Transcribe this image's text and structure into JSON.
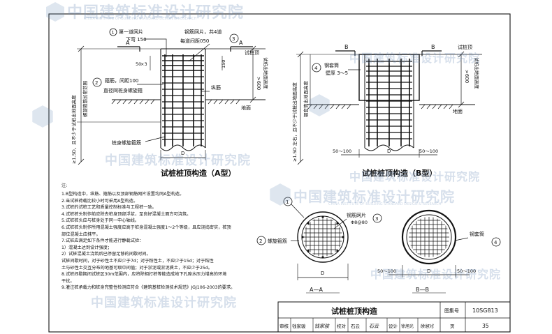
{
  "watermark": {
    "cn": "中国建筑标准设计研究院",
    "en": "CHINA INSTITUTE OF BUILDING STANDARD DESIGN & RESEARCH"
  },
  "diagram_a": {
    "title": "试桩桩顶构造（A型）",
    "label_a1": "A",
    "label_a2": "A",
    "note1_l1": "第一道网片",
    "note1_l2": "下弯 150",
    "note3_l1": "钢筋网片，共4道",
    "note3_l2": "每道间距050",
    "note2_l1": "箍筋，间距100",
    "note2_l2": "直径同桩身螺旋箍",
    "longbar": "纵筋",
    "spiral": "桩身螺旋箍筋",
    "dim_50": "50",
    "dim_x3": "×3",
    "dim_150": "150",
    "dim_600": ">600",
    "left_vert_1": "≥1.5D，且不少于试桩出地面高度",
    "left_vert_2": "螺旋箍筋加密范围",
    "right_vert": "试桩出地面高度",
    "pile_top": "试桩顶",
    "ground": "地面",
    "dim_d": "D",
    "circle1": "1",
    "circle2": "2",
    "circle3": "3"
  },
  "diagram_b": {
    "title": "试桩桩顶构造（B型）",
    "label_b1": "B",
    "label_b2": "B",
    "note4_l1": "钢套筒",
    "note4_l2": "壁厚 3～5",
    "left_vert_1": "≥1.5D 左右，且不少于试桩出地面高度",
    "left_vert_2": "钢套筒出地面高度",
    "right_vert": "试桩出地面高度",
    "dim_600": ">600",
    "pile_top": "试桩顶",
    "ground": "地面",
    "dim_left": "50～100",
    "dim_d": "D",
    "dim_right": "50～100",
    "circle4": "4"
  },
  "section_a": {
    "title": "A—A",
    "mesh_label": "钢筋网片",
    "mesh_spec": "Φ8@80",
    "spiral_label": "螺旋箍筋",
    "dim_d": "D",
    "circle1": "1",
    "circle2": "2",
    "circle3": "3"
  },
  "section_b": {
    "title": "B—B",
    "sleeve_label": "钢套筒",
    "dim_left": "50～100",
    "dim_d": "D",
    "dim_right": "50～100",
    "circle4": "4"
  },
  "notes": {
    "heading": "注:",
    "lines": [
      "1.B型构造中，纵筋、箍筋以及顶部钢筋网片设置均同A型构造。",
      "2.当试桩荷载比较小时可采用A型构造。",
      "3.试桩的试桩工艺和质量控制标准与工程桩一致。",
      "4.试桩桩头制作前应除去桩身顶部浮浆，至良好混凝土面方可浇筑。",
      "5.试桩桩头应与桩身处于同一中心轴线。",
      "6.试桩桩头制作所用混凝土强度应高于桩身混凝土强度1～2个等级，且应浇捣密实，桩顶",
      "  部位混凝土应抹平。",
      "7.试桩应满足如下条件才能进行静载试验：",
      "  1）混凝土达到设计强度；",
      "  2）试桩混凝土浇筑后已停留足够的间歇时间。",
      "   试桩间歇时间，对于砂性土不应少于7d；对于粉性土，不应少于15d；对于粘性",
      "   土与砂性土交互分布的地基可取中间值；对于淤泥或淤泥质土，不应少于25d。",
      "8.试桩间歇期间试桩区30m范围内，应将除相打桩等能造成地下孔隙水压力增高的环境",
      "  干扰。",
      "9.灌注桩承载力和桩身完整性检测应符合《建筑基桩检测技术规范》JGJ106-2003的要求。"
    ]
  },
  "title_block": {
    "drawing_title": "试桩桩顶构造",
    "atlas_label": "图集号",
    "atlas_no": "10SG813",
    "review_label": "审核",
    "reviewer": "钱家骏",
    "reviewer_sign": "钱家骏",
    "check_label": "校对",
    "checker": "石云",
    "checker_sign": "石云",
    "design_label": "设计",
    "designer": "徐旭光",
    "designer_sign": "徐旭光",
    "page_label": "页",
    "page_no": "35"
  },
  "colors": {
    "line": "#111111",
    "watermark": "#6f8fb8",
    "paper": "#ffffff"
  }
}
